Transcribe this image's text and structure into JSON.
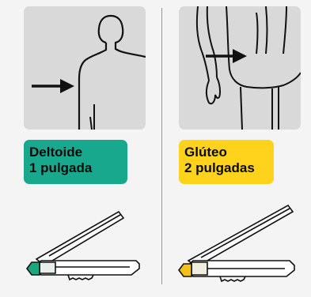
{
  "left": {
    "site_line1": "Deltoide",
    "site_line2": "1 pulgada",
    "badge_color": "#18a88d",
    "needle_hub_color": "#1aa67f",
    "illustration": "shoulder-arm-outline"
  },
  "right": {
    "site_line1": "Glúteo",
    "site_line2": "2 pulgadas",
    "badge_color": "#ffd21c",
    "needle_hub_color": "#f2c21a",
    "illustration": "hip-buttock-outline"
  },
  "colors": {
    "illustration_bg": "#d9d9d9",
    "line": "#111111",
    "divider": "#9a9a9a"
  }
}
